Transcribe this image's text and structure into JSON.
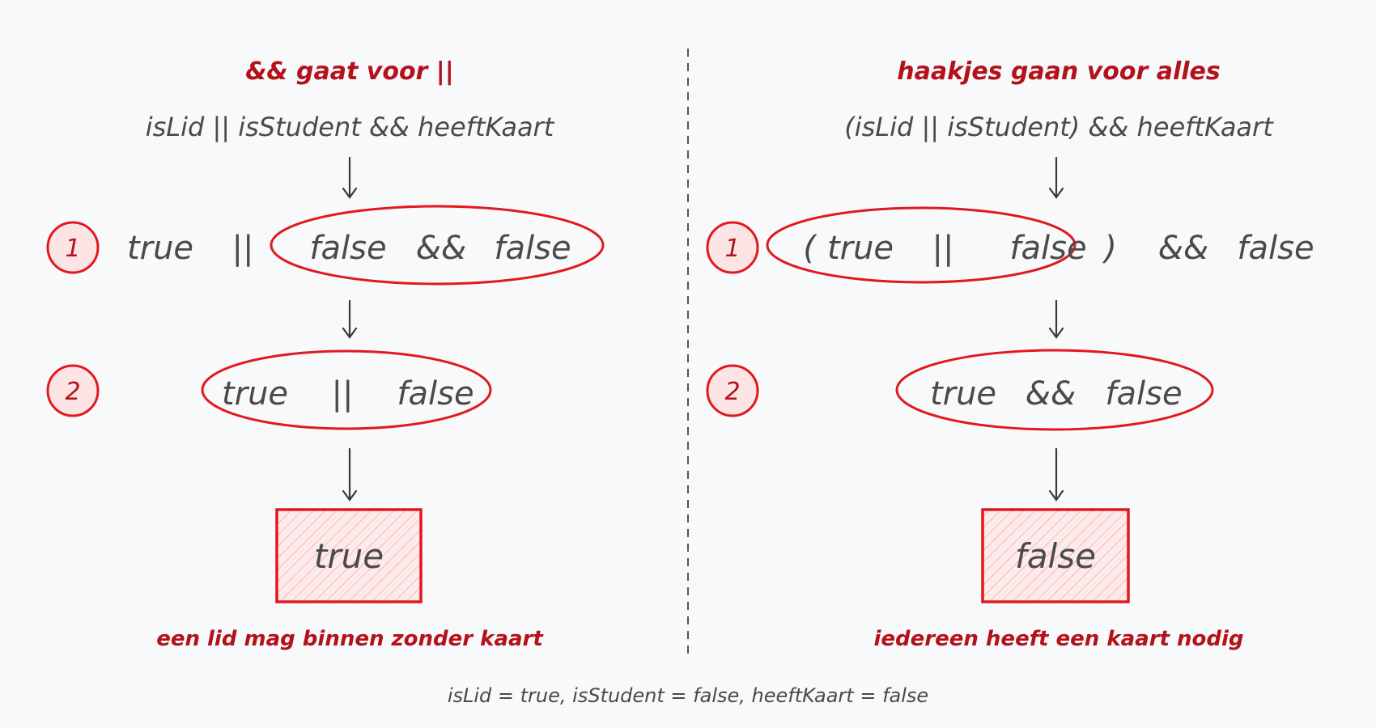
{
  "left": {
    "title": "&& gaat voor ||",
    "expression": "isLid || isStudent && heeftKaart",
    "step1": {
      "number": "1",
      "tokens": [
        "true",
        "||",
        "false",
        "&&",
        "false"
      ]
    },
    "step2": {
      "number": "2",
      "tokens": [
        "true",
        "||",
        "false"
      ]
    },
    "result": "true",
    "caption": "een lid mag binnen zonder kaart"
  },
  "right": {
    "title": "haakjes gaan voor alles",
    "expression": "(isLid || isStudent) && heeftKaart",
    "step1": {
      "number": "1",
      "tokens": [
        "(",
        "true",
        "||",
        "false",
        ")",
        "&&",
        "false"
      ]
    },
    "step2": {
      "number": "2",
      "tokens": [
        "true",
        "&&",
        "false"
      ]
    },
    "result": "false",
    "caption": "iedereen heeft een kaart nodig"
  },
  "footer": "isLid = true, isStudent = false, heeftKaart = false",
  "colors": {
    "accent": "#e0191f",
    "accent_text": "#b3121b",
    "ink": "#4a4a4a",
    "fill": "#fde4e4",
    "background": "#f8f9fa"
  }
}
